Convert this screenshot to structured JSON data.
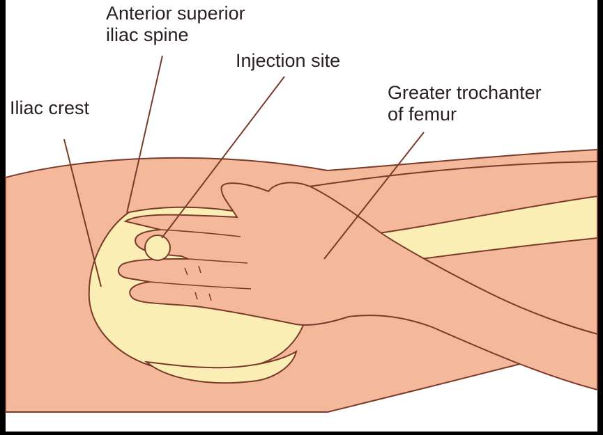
{
  "labels": {
    "asis_line1": "Anterior superior",
    "asis_line2": "iliac spine",
    "injection_site": "Injection site",
    "iliac_crest": "Iliac crest",
    "trochanter_line1": "Greater trochanter",
    "trochanter_line2": "of femur"
  },
  "colors": {
    "background": "#ffffff",
    "frame": "#000000",
    "skin": "#f4b89a",
    "bone": "#fbeeb4",
    "outline": "#7a3a2a",
    "label_text": "#2a1f1f"
  }
}
